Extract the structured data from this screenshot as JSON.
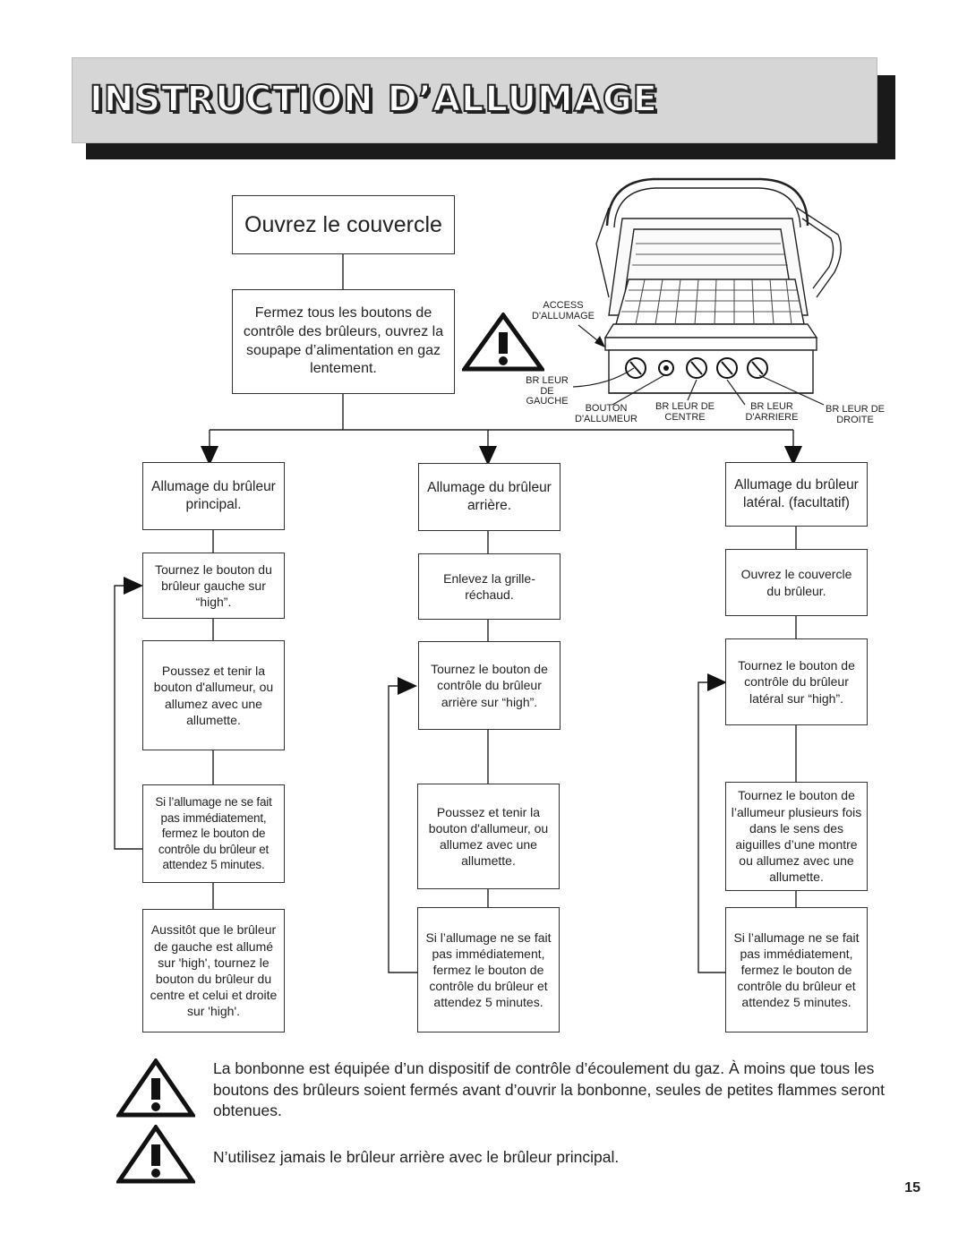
{
  "header": {
    "title": "INSTRUCTION D’ALLUMAGE"
  },
  "top": {
    "open_lid": "Ouvrez le couvercle",
    "close_valves": "Fermez tous les boutons de contrôle des brûleurs, ouvrez la soupape d’alimentation en gaz lentement."
  },
  "grill_labels": {
    "access": "ACCESS D'ALLUMAGE",
    "left_burner": "BR LEUR DE GAUCHE",
    "igniter_button": "BOUTON D'ALLUMEUR",
    "center_burner": "BR LEUR DE CENTRE",
    "rear_burner": "BR LEUR D'ARRIERE",
    "right_burner": "BR LEUR DE DROITE"
  },
  "col_main": {
    "header": "Allumage du brûleur principal.",
    "steps": [
      "Tournez le bouton du brûleur gauche sur “high”.",
      "Poussez et tenir la bouton d'allumeur, ou allumez avec une allumette.",
      "Si l’allumage ne se fait pas immédiatement, fermez le bouton de contrôle du brûleur et attendez 5 minutes.",
      "Aussitôt que le brûleur de gauche est allumé sur 'high', tournez le bouton du brûleur du centre et celui et droite sur 'high'."
    ]
  },
  "col_rear": {
    "header": "Allumage du brûleur arrière.",
    "steps": [
      "Enlevez la grille-réchaud.",
      "Tournez le bouton de contrôle du brûleur arrière sur “high”.",
      "Poussez et tenir la bouton d'allumeur, ou allumez avec une allumette.",
      "Si l’allumage ne se fait pas immédiatement, fermez le bouton de contrôle du brûleur et attendez 5 minutes."
    ]
  },
  "col_side": {
    "header": "Allumage du brûleur latéral. (facultatif)",
    "steps": [
      "Ouvrez le couvercle du brûleur.",
      "Tournez le bouton de contrôle du brûleur latéral sur “high”.",
      "Tournez le bouton de l’allumeur plusieurs fois dans le sens des aiguilles d’une montre ou allumez avec une allumette.",
      "Si l’allumage ne se fait pas immédiatement, fermez le bouton de contrôle du brûleur et attendez 5 minutes."
    ]
  },
  "warnings": [
    "La bonbonne est équipée d’un dispositif de contrôle d’écoulement du gaz. À moins que tous les boutons des brûleurs soient fermés avant d’ouvrir la bonbonne, seules de petites flammes seront obtenues.",
    "N’utilisez jamais le brûleur arrière avec le brûleur principal."
  ],
  "page_number": "15"
}
